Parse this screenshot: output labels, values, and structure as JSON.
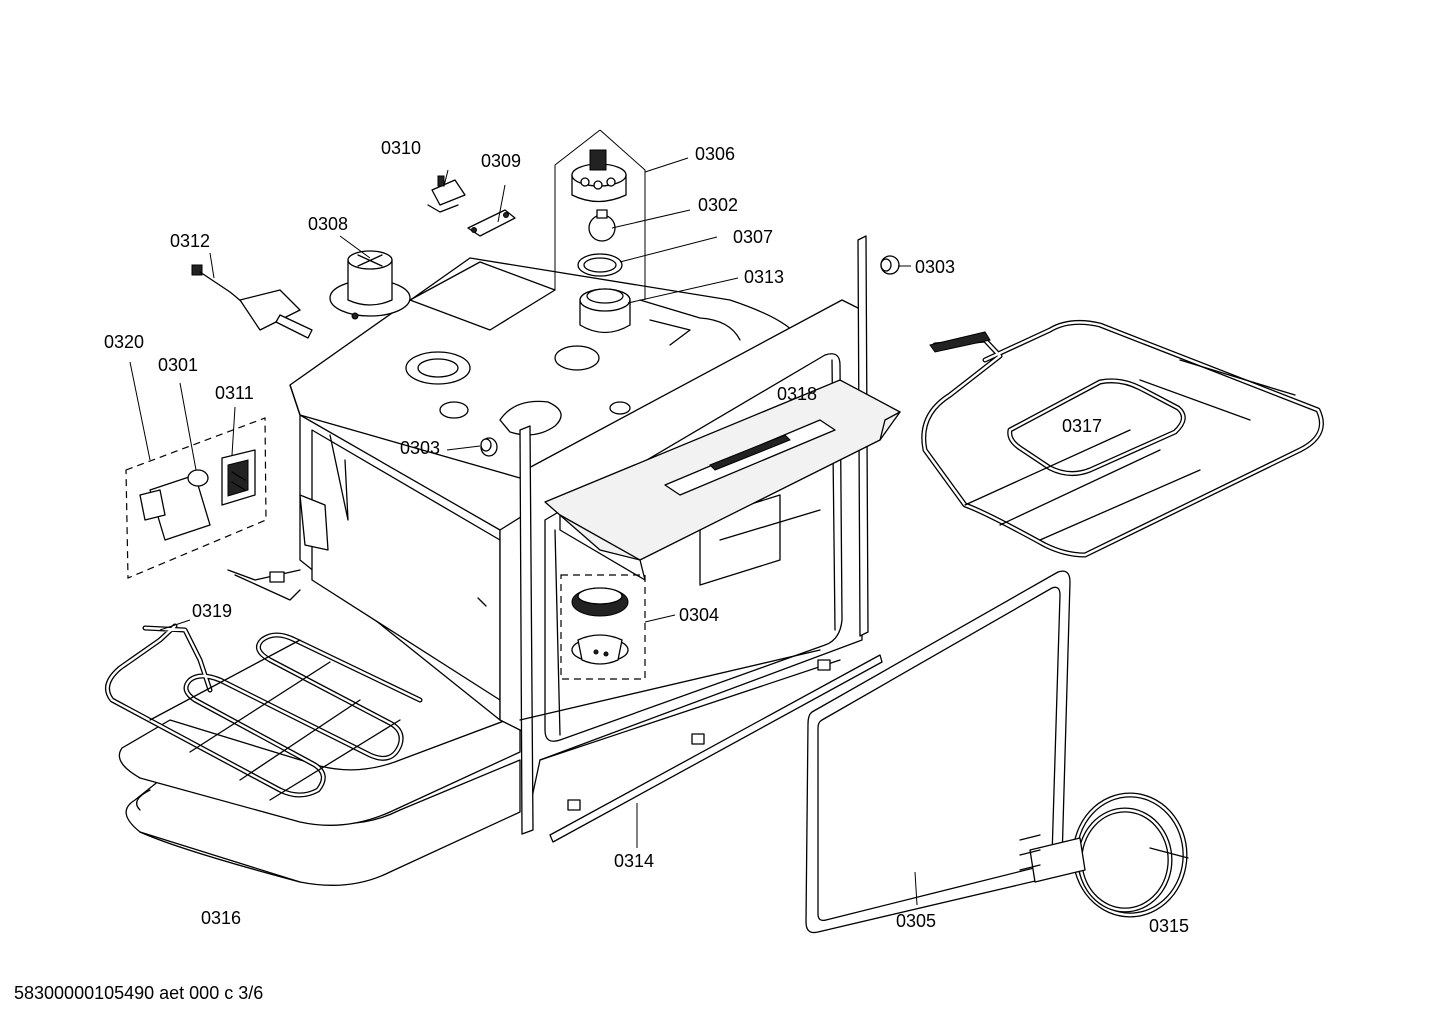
{
  "labels": {
    "p0310": "0310",
    "p0309": "0309",
    "p0306": "0306",
    "p0302": "0302",
    "p0307": "0307",
    "p0313": "0313",
    "p0303_top": "0303",
    "p0312": "0312",
    "p0308": "0308",
    "p0320": "0320",
    "p0301": "0301",
    "p0311": "0311",
    "p0303_mid": "0303",
    "p0318": "0318",
    "p0317": "0317",
    "p0304": "0304",
    "p0319": "0319",
    "p0314": "0314",
    "p0305": "0305",
    "p0316": "0316",
    "p0315": "0315"
  },
  "footer": "58300000105490 aet 000 c 3/6"
}
